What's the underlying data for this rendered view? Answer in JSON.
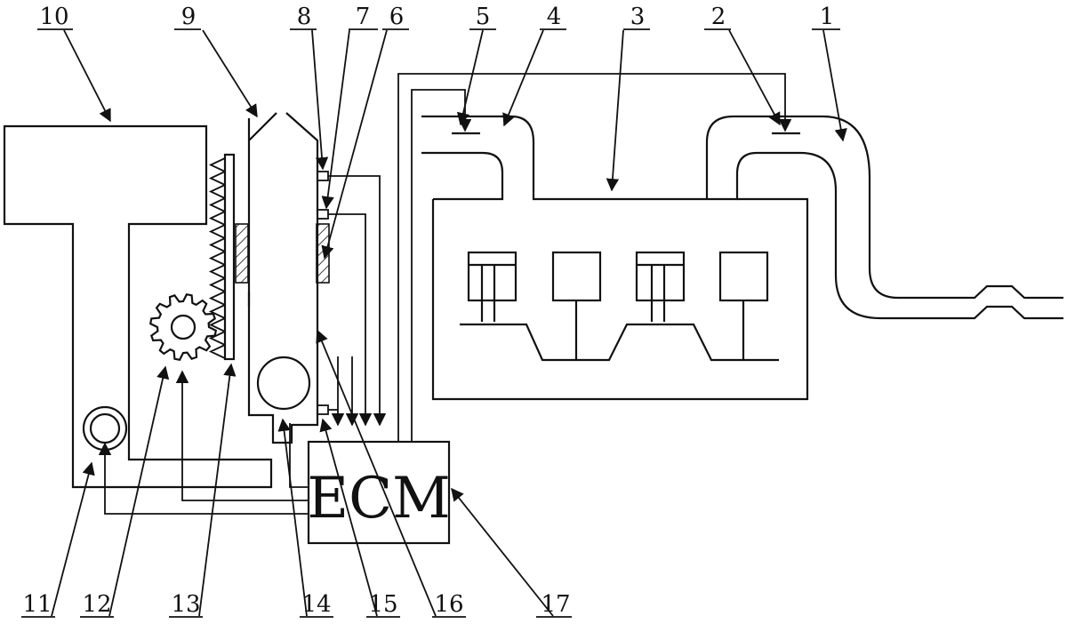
{
  "diagram": {
    "labels": {
      "c1": "1",
      "c2": "2",
      "c3": "3",
      "c4": "4",
      "c5": "5",
      "c6": "6",
      "c7": "7",
      "c8": "8",
      "c9": "9",
      "c10": "10",
      "c11": "11",
      "c12": "12",
      "c13": "13",
      "c14": "14",
      "c15": "15",
      "c16": "16",
      "c17": "17"
    },
    "ecm_text": "ECM"
  }
}
